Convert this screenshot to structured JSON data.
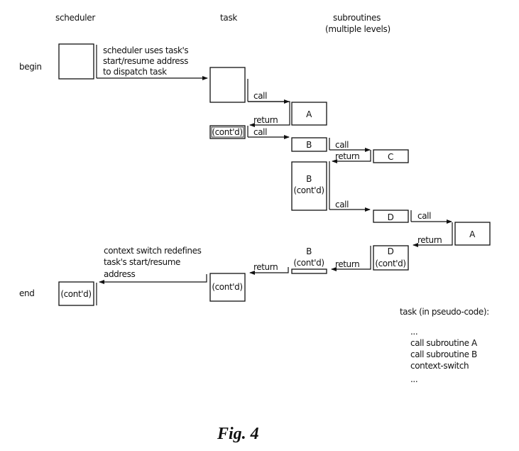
{
  "figure": {
    "caption": "Fig. 4",
    "columns": {
      "scheduler": "scheduler",
      "task": "task",
      "subroutines_line1": "subroutines",
      "subroutines_line2": "(multiple levels)"
    },
    "row_labels": {
      "begin": "begin",
      "end": "end"
    },
    "notes": {
      "dispatch": [
        "scheduler uses task's",
        "start/resume address",
        "to dispatch task"
      ],
      "context_switch": [
        "context switch redefines",
        "task's start/resume",
        "address"
      ]
    },
    "boxes": {
      "scheduler_begin": "",
      "task_begin": "",
      "sub_a1": "A",
      "task_contd1": "(cont'd)",
      "sub_b": "B",
      "sub_c": "C",
      "sub_b_contd_name": "B",
      "sub_b_contd_suffix": "(cont'd)",
      "sub_d": "D",
      "sub_a2": "A",
      "sub_d_contd_name": "D",
      "sub_d_contd_suffix": "(cont'd)",
      "sub_b_contd2_name": "B",
      "sub_b_contd2_suffix": "(cont'd)",
      "task_contd2": "(cont'd)",
      "scheduler_end": "(cont'd)"
    },
    "arrow_labels": {
      "call_a1": "call",
      "return_a1": "return",
      "call_b": "call",
      "call_c": "call",
      "return_c": "return",
      "call_d": "call",
      "call_a2": "call",
      "return_a2": "return",
      "return_d": "return",
      "return_b": "return"
    },
    "pseudo_code": {
      "title": "task (in pseudo-code):",
      "lines": [
        "...",
        "call subroutine A",
        "call subroutine B",
        "context-switch",
        "..."
      ]
    }
  }
}
